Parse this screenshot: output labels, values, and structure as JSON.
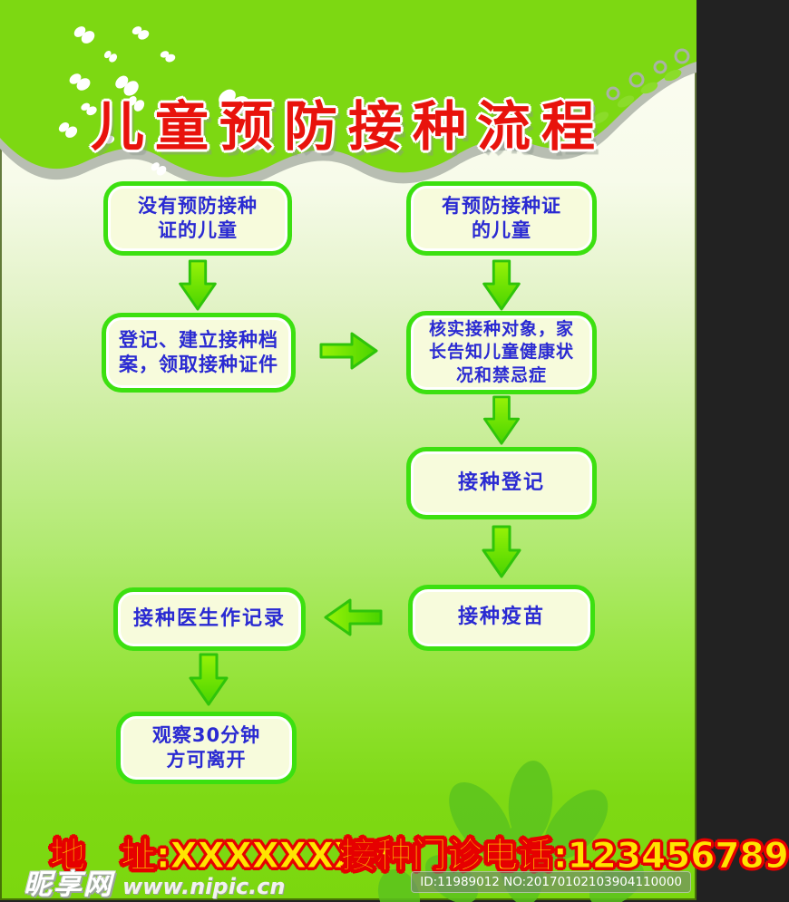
{
  "header": {
    "title": "儿童预防接种流程"
  },
  "flow": {
    "nodes": [
      {
        "id": "no-cert-children",
        "lines": [
          "没有预防接种",
          "证的儿童"
        ]
      },
      {
        "id": "has-cert-children",
        "lines": [
          "有预防接种证",
          "的儿童"
        ]
      },
      {
        "id": "register-archive",
        "lines": [
          "登记、建立接种档",
          "案，领取接种证件"
        ]
      },
      {
        "id": "verify-subject",
        "lines": [
          "核实接种对象，家",
          "长告知儿童健康状",
          "况和禁忌症"
        ]
      },
      {
        "id": "vaccination-register",
        "lines": [
          "接种登记"
        ]
      },
      {
        "id": "vaccinate",
        "lines": [
          "接种疫苗"
        ]
      },
      {
        "id": "doctor-record",
        "lines": [
          "接种医生作记录"
        ]
      },
      {
        "id": "observe-30min",
        "lines": [
          "观察30分钟",
          "方可离开"
        ]
      }
    ]
  },
  "footer": {
    "address": "地　址:XXXXXXXX",
    "phone": "接种门诊电话:123456789"
  },
  "watermark": {
    "site_name": "昵享网",
    "site_url": "www.nipic.cn",
    "image_id": "ID:11989012 NO:20170102103904110000"
  },
  "colors": {
    "header_green": "#7dd812",
    "body_green_bottom": "#7bd70e",
    "box_border_green": "#3ce010",
    "box_fill_cream": "#f7fbdc",
    "box_text_blue": "#2a2ad2",
    "title_red": "#e8130c",
    "footer_text_yellow": "#ffe400",
    "footer_outline_red": "#e60000",
    "wave_gray": "#b8beb2"
  }
}
